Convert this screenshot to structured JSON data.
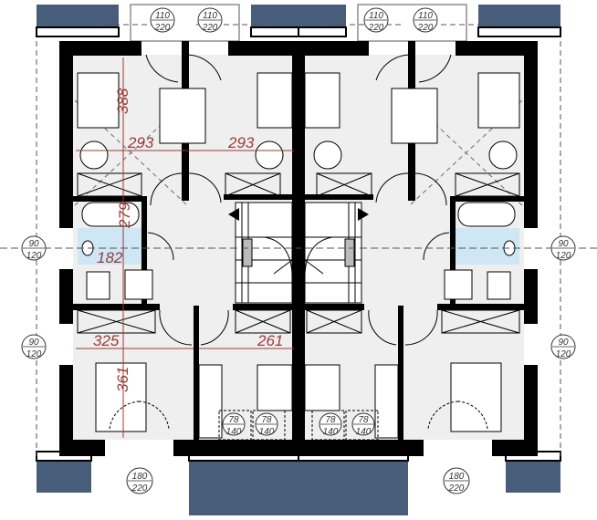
{
  "colors": {
    "wall": "#000000",
    "floor": "#efefef",
    "bathroom": "#cfe6f5",
    "balcony": "#475d7a",
    "dimension": "#9b3b36"
  },
  "dimensions": {
    "bedroom_top_left_depth": "388",
    "bedroom_top_left_width": "293",
    "bedroom_top_right_width": "293",
    "bathroom_length": "279",
    "bathroom_width": "182",
    "bedroom_bottom_left_width": "325",
    "bedroom_bottom_right_width": "261",
    "bedroom_bottom_left_depth": "361"
  },
  "window_tags": {
    "top_door_1": {
      "w": "110",
      "h": "220"
    },
    "top_door_2": {
      "w": "110",
      "h": "220"
    },
    "top_door_3": {
      "w": "110",
      "h": "220"
    },
    "top_door_4": {
      "w": "110",
      "h": "220"
    },
    "left_window_1": {
      "w": "90",
      "h": "120"
    },
    "left_window_2": {
      "w": "90",
      "h": "120"
    },
    "right_window_1": {
      "w": "90",
      "h": "120"
    },
    "right_window_2": {
      "w": "90",
      "h": "120"
    },
    "small_window_1": {
      "w": "78",
      "h": "140"
    },
    "small_window_2": {
      "w": "78",
      "h": "140"
    },
    "small_window_3": {
      "w": "78",
      "h": "140"
    },
    "small_window_4": {
      "w": "78",
      "h": "140"
    },
    "bottom_door_left": {
      "w": "180",
      "h": "220"
    },
    "bottom_door_right": {
      "w": "180",
      "h": "220"
    }
  }
}
